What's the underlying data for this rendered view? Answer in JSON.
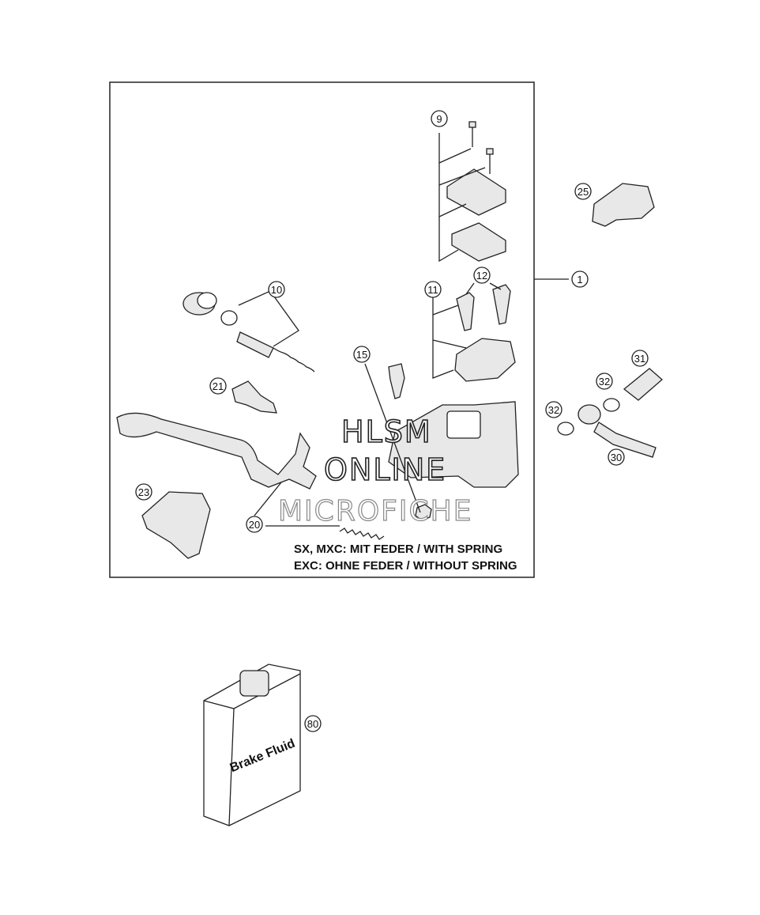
{
  "watermark": {
    "line1": "HLSM",
    "line2": "ONLINE",
    "line3": "MICROFICHE"
  },
  "notes": {
    "spring_note_1": "SX, MXC: MIT FEDER / WITH SPRING",
    "spring_note_2": "EXC: OHNE FEDER / WITHOUT SPRING"
  },
  "bottle": {
    "label": "Brake Fluid"
  },
  "callouts": {
    "c1": "1",
    "c9": "9",
    "c10": "10",
    "c11": "11",
    "c12": "12",
    "c15": "15",
    "c20": "20",
    "c21": "21",
    "c23": "23",
    "c25": "25",
    "c30": "30",
    "c31": "31",
    "c32a": "32",
    "c32b": "32",
    "c80": "80"
  }
}
